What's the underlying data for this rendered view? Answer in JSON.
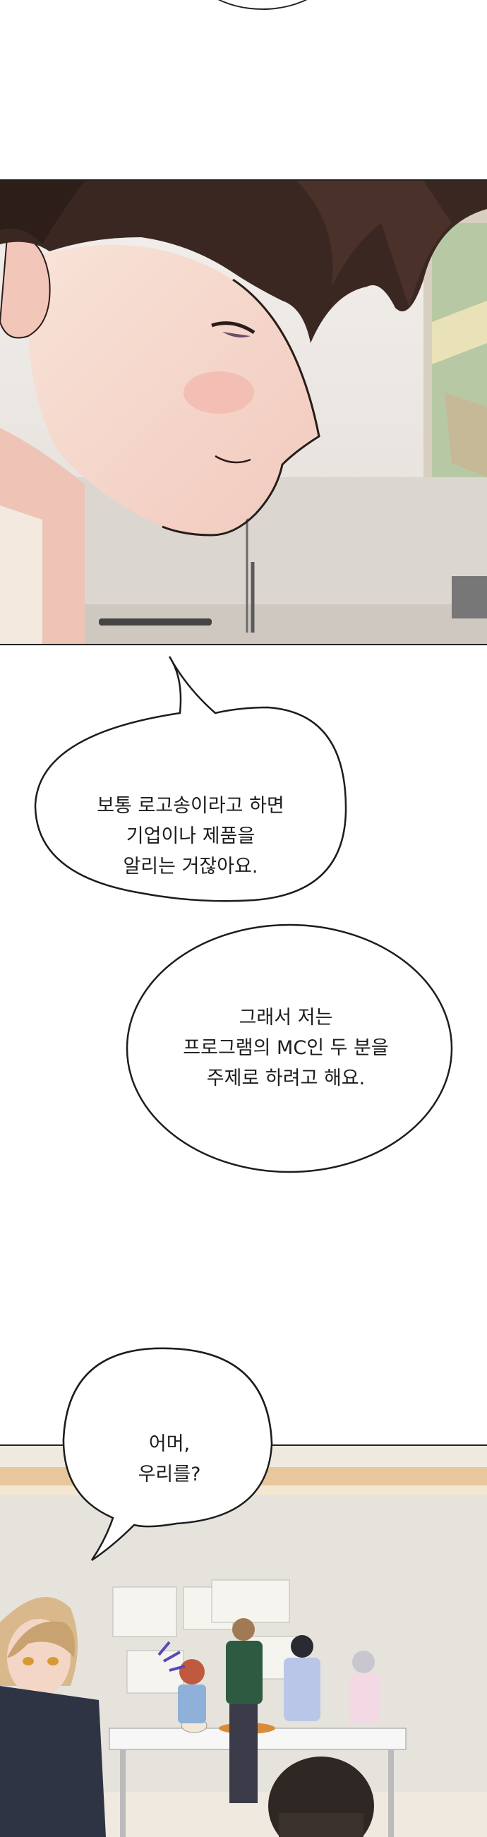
{
  "bubbles": {
    "b1": {
      "line1": "보통 로고송이라고 하면",
      "line2": "기업이나 제품을",
      "line3": "알리는 거잖아요."
    },
    "b2": {
      "line1": "그래서 저는",
      "line2": "프로그램의 MC인 두 분을",
      "line3": "주제로 하려고 해요."
    },
    "b3": {
      "line1": "어머,",
      "line2": "우리를?"
    }
  },
  "colors": {
    "outline": "#1d1d1d",
    "hair": "#3b2722",
    "skin": "#f6d9cc",
    "map_green": "#a9c98f"
  }
}
